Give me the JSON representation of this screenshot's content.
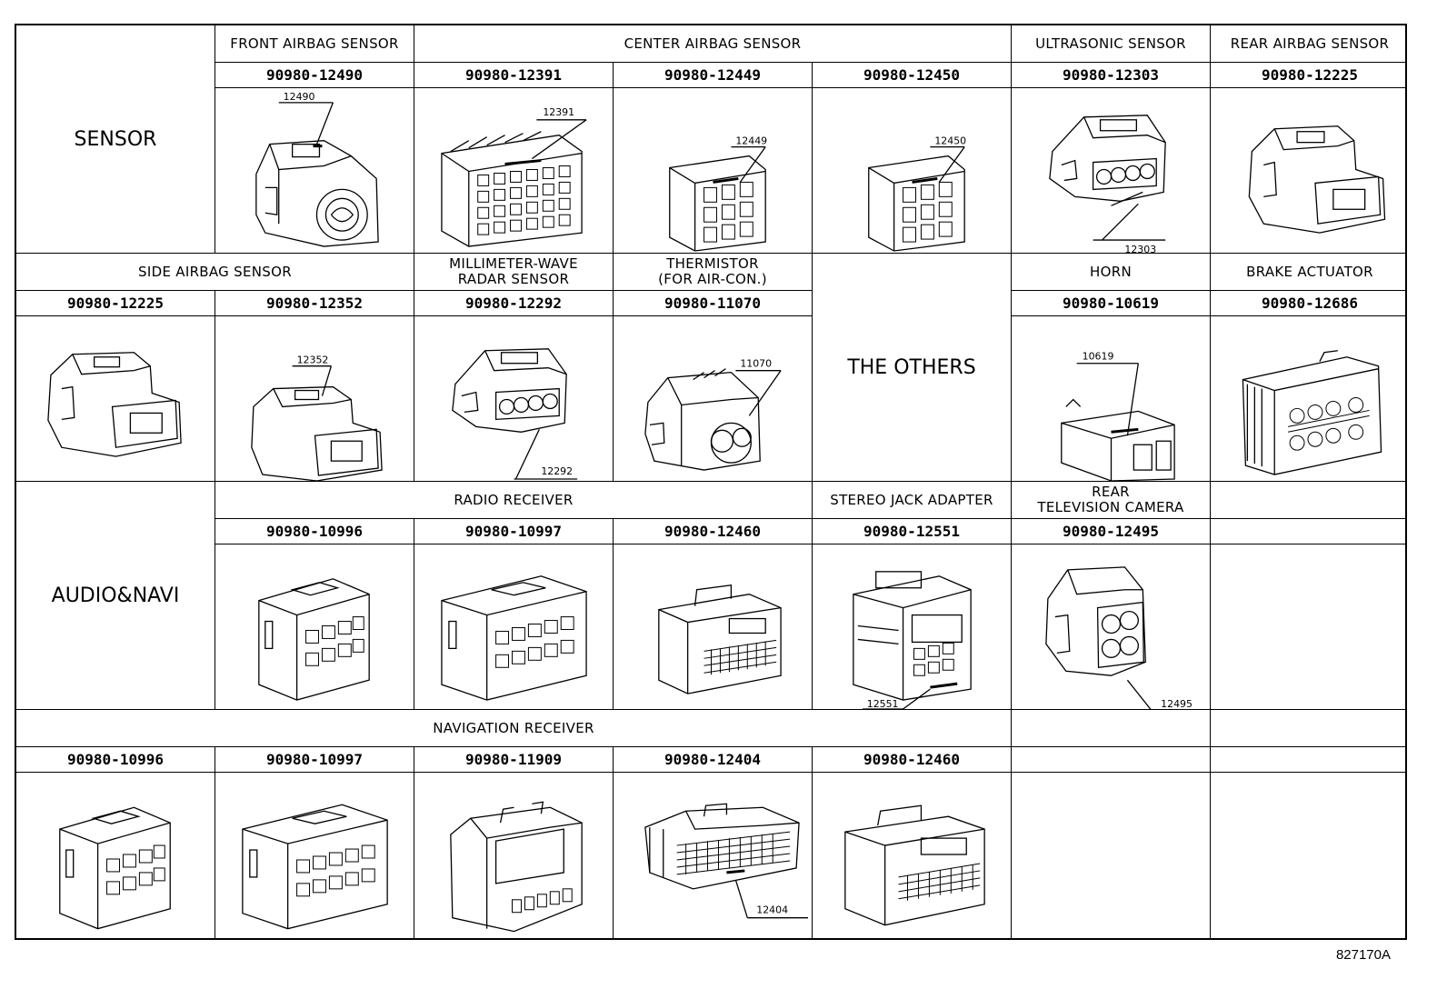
{
  "figure_id": "827170A",
  "groups": {
    "sensor": "SENSOR",
    "others": "THE OTHERS",
    "audio": "AUDIO&NAVI"
  },
  "headers": {
    "front_airbag": "FRONT AIRBAG SENSOR",
    "center_airbag": "CENTER AIRBAG SENSOR",
    "ultrasonic": "ULTRASONIC SENSOR",
    "rear_airbag": "REAR AIRBAG SENSOR",
    "side_airbag": "SIDE AIRBAG SENSOR",
    "mmwave_line1": "MILLIMETER-WAVE",
    "mmwave_line2": "RADAR SENSOR",
    "thermistor_line1": "THERMISTOR",
    "thermistor_line2": "(FOR AIR-CON.)",
    "horn": "HORN",
    "brake_actuator": "BRAKE ACTUATOR",
    "radio_receiver": "RADIO RECEIVER",
    "stereo_jack": "STEREO JACK ADAPTER",
    "rear_camera_line1": "REAR",
    "rear_camera_line2": "TELEVISION CAMERA",
    "navigation_receiver": "NAVIGATION RECEIVER"
  },
  "parts": {
    "r1": [
      "90980-12490",
      "90980-12391",
      "90980-12449",
      "90980-12450",
      "90980-12303",
      "90980-12225"
    ],
    "r2": [
      "90980-12225",
      "90980-12352",
      "90980-12292",
      "90980-11070",
      "90980-10619",
      "90980-12686"
    ],
    "r3": [
      "90980-10996",
      "90980-10997",
      "90980-12460",
      "90980-12551",
      "90980-12495"
    ],
    "r4": [
      "90980-10996",
      "90980-10997",
      "90980-11909",
      "90980-12404",
      "90980-12460"
    ]
  },
  "callouts": {
    "c12490": "12490",
    "c12391": "12391",
    "c12449": "12449",
    "c12450": "12450",
    "c12303": "12303",
    "c12352": "12352",
    "c12292": "12292",
    "c11070": "11070",
    "c10619": "10619",
    "c12551": "12551",
    "c12495": "12495",
    "c12404": "12404"
  }
}
